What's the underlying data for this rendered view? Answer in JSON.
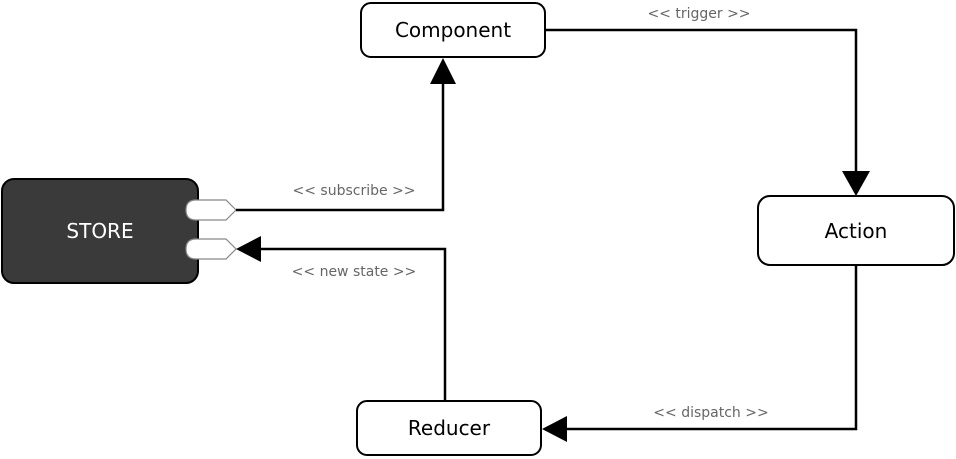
{
  "nodes": {
    "store": {
      "label": "STORE"
    },
    "component": {
      "label": "Component"
    },
    "action": {
      "label": "Action"
    },
    "reducer": {
      "label": "Reducer"
    }
  },
  "edges": {
    "subscribe": {
      "label": "<< subscribe >>"
    },
    "trigger": {
      "label": "<< trigger >>"
    },
    "dispatch": {
      "label": "<< dispatch >>"
    },
    "new_state": {
      "label": "<< new state >>"
    }
  },
  "colors": {
    "store_fill": "#3a3a3a",
    "node_fill": "#ffffff",
    "stroke": "#000000",
    "edge_label": "#666666"
  }
}
